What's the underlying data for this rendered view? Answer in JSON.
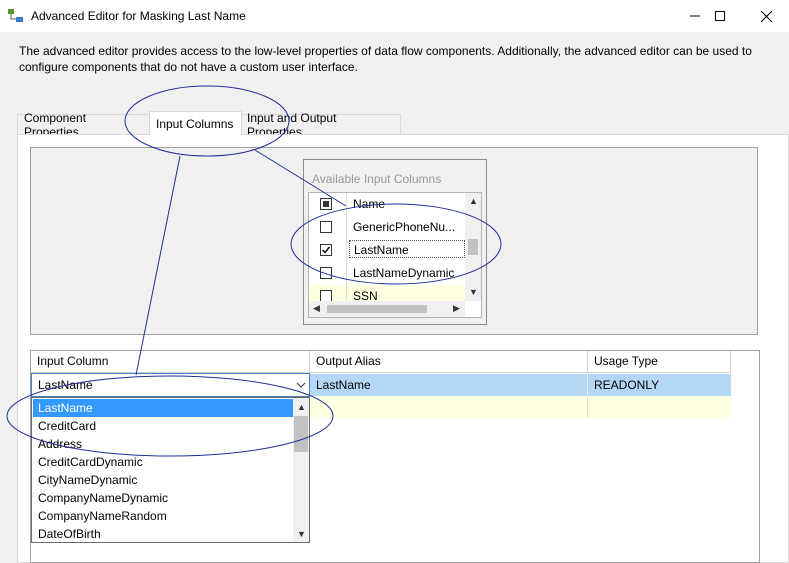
{
  "window": {
    "title": "Advanced Editor for Masking Last Name",
    "icon": "data-flow-icon"
  },
  "description": "The advanced editor provides access to the low-level properties of data flow components. Additionally, the advanced editor can be used to configure components that do not have a custom user interface.",
  "tabs": [
    {
      "label": "Component Properties"
    },
    {
      "label": "Input Columns"
    },
    {
      "label": "Input and Output Properties"
    }
  ],
  "available": {
    "title": "Available Input Columns",
    "header": "Name",
    "rows": [
      {
        "label": "GenericPhoneNu...",
        "checked": false
      },
      {
        "label": "LastName",
        "checked": true
      },
      {
        "label": "LastNameDynamic",
        "checked": false
      },
      {
        "label": "SSN",
        "checked": false
      }
    ]
  },
  "grid": {
    "headers": [
      "Input Column",
      "Output Alias",
      "Usage Type"
    ],
    "row": {
      "input": "LastName",
      "alias": "LastName",
      "usage": "READONLY"
    }
  },
  "dropdown": {
    "items": [
      "LastName",
      "CreditCard",
      "Address",
      "CreditCardDynamic",
      "CityNameDynamic",
      "CompanyNameDynamic",
      "CompanyNameRandom",
      "DateOfBirth"
    ]
  },
  "colors": {
    "selection": "#3399ff",
    "row_highlight": "#b4d7f5",
    "new_row": "#ffffe1",
    "annotation": "#1e2f9a"
  }
}
